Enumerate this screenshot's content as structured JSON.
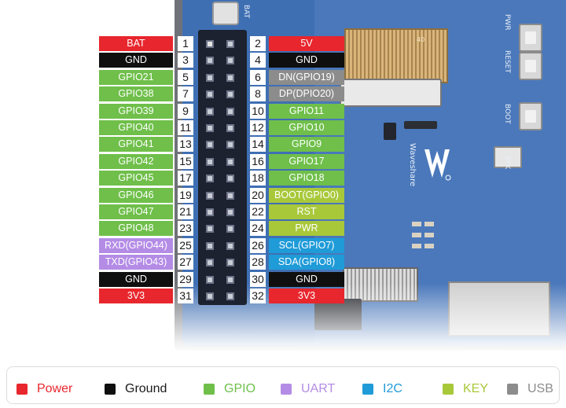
{
  "colors": {
    "power": "#e8262d",
    "ground": "#0f0f0f",
    "gpio": "#6fbf4a",
    "uart": "#b48ce6",
    "i2c": "#1f9bd8",
    "key": "#a8c83a",
    "usb": "#8c8c8c"
  },
  "board": {
    "silk_bat": "BAT",
    "silk_pwr": "PWR",
    "silk_reset": "RESET",
    "silk_boot": "BOOT",
    "silk_spk": "SPK",
    "silk_brand": "Waveshare",
    "silk_40": "40",
    "logo_icon": "waveshare-logo"
  },
  "pins": [
    {
      "left": {
        "num": "1",
        "label": "BAT",
        "type": "power"
      },
      "right": {
        "num": "2",
        "label": "5V",
        "type": "power"
      }
    },
    {
      "left": {
        "num": "3",
        "label": "GND",
        "type": "ground"
      },
      "right": {
        "num": "4",
        "label": "GND",
        "type": "ground"
      }
    },
    {
      "left": {
        "num": "5",
        "label": "GPIO21",
        "type": "gpio"
      },
      "right": {
        "num": "6",
        "label": "DN(GPIO19)",
        "type": "usb"
      }
    },
    {
      "left": {
        "num": "7",
        "label": "GPIO38",
        "type": "gpio"
      },
      "right": {
        "num": "8",
        "label": "DP(DPIO20)",
        "type": "usb"
      }
    },
    {
      "left": {
        "num": "9",
        "label": "GPIO39",
        "type": "gpio"
      },
      "right": {
        "num": "10",
        "label": "GPIO11",
        "type": "gpio"
      }
    },
    {
      "left": {
        "num": "11",
        "label": "GPIO40",
        "type": "gpio"
      },
      "right": {
        "num": "12",
        "label": "GPIO10",
        "type": "gpio"
      }
    },
    {
      "left": {
        "num": "13",
        "label": "GPIO41",
        "type": "gpio"
      },
      "right": {
        "num": "14",
        "label": "GPIO9",
        "type": "gpio"
      }
    },
    {
      "left": {
        "num": "15",
        "label": "GPIO42",
        "type": "gpio"
      },
      "right": {
        "num": "16",
        "label": "GPIO17",
        "type": "gpio"
      }
    },
    {
      "left": {
        "num": "17",
        "label": "GPIO45",
        "type": "gpio"
      },
      "right": {
        "num": "18",
        "label": "GPIO18",
        "type": "gpio"
      }
    },
    {
      "left": {
        "num": "19",
        "label": "GPIO46",
        "type": "gpio"
      },
      "right": {
        "num": "20",
        "label": "BOOT(GPIO0)",
        "type": "key"
      }
    },
    {
      "left": {
        "num": "21",
        "label": "GPIO47",
        "type": "gpio"
      },
      "right": {
        "num": "22",
        "label": "RST",
        "type": "key"
      }
    },
    {
      "left": {
        "num": "23",
        "label": "GPIO48",
        "type": "gpio"
      },
      "right": {
        "num": "24",
        "label": "PWR",
        "type": "key"
      }
    },
    {
      "left": {
        "num": "25",
        "label": "RXD(GPIO44)",
        "type": "uart"
      },
      "right": {
        "num": "26",
        "label": "SCL(GPIO7)",
        "type": "i2c"
      }
    },
    {
      "left": {
        "num": "27",
        "label": "TXD(GPIO43)",
        "type": "uart"
      },
      "right": {
        "num": "28",
        "label": "SDA(GPIO8)",
        "type": "i2c"
      }
    },
    {
      "left": {
        "num": "29",
        "label": "GND",
        "type": "ground"
      },
      "right": {
        "num": "30",
        "label": "GND",
        "type": "ground"
      }
    },
    {
      "left": {
        "num": "31",
        "label": "3V3",
        "type": "power"
      },
      "right": {
        "num": "32",
        "label": "3V3",
        "type": "power"
      }
    }
  ],
  "legend": [
    {
      "label": "Power",
      "type": "power"
    },
    {
      "label": "Ground",
      "type": "ground"
    },
    {
      "label": "GPIO",
      "type": "gpio"
    },
    {
      "label": "UART",
      "type": "uart"
    },
    {
      "label": "I2C",
      "type": "i2c"
    },
    {
      "label": "KEY",
      "type": "key"
    },
    {
      "label": "USB",
      "type": "usb"
    }
  ]
}
